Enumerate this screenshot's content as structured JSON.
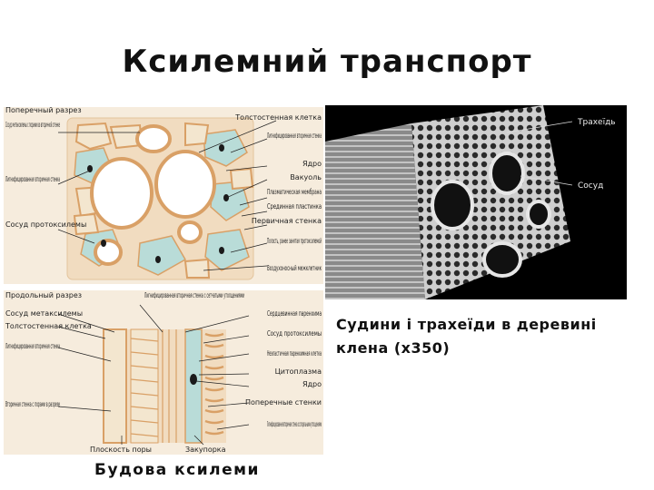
{
  "slide": {
    "title": "Ксилемний транспорт",
    "micro_caption": "Судини і трахеїди в деревині клена (х350)",
    "diagram_caption": "Будова ксилеми"
  },
  "diagram": {
    "cross_section": {
      "heading": "Поперечный разрез",
      "left_labels": [
        "Сосуд метаксилемы с порами во вторичной стенке",
        "Лигнифицированная вторичная стенка",
        "Сосуд протоксилемы"
      ],
      "right_labels": [
        "Толстостенная клетка",
        "Лигнифицированная вторичная стенка",
        "Ядро",
        "Вакуоль",
        "Плазматическая мембрана",
        "Срединная пластинка",
        "Первичная стенка",
        "Полость, ранее занятая протоксилемой",
        "Воздухоносный межклетник"
      ]
    },
    "longitudinal_section": {
      "heading": "Продольный разрез",
      "left_labels": [
        "Сосуд метаксилемы",
        "Толстостенная клетка",
        "Лигнифицированная вторичная стенка",
        "Вторичная стенка с порами в разрезе",
        "Плоскость поры"
      ],
      "top_label": "Лигнифицированная вторичная стенка с сетчатыми утолщениями",
      "right_labels": [
        "Сердцевинная паренхима",
        "Сосуд протоксилемы",
        "Неэластичная паренхимная клетка",
        "Цитоплазма",
        "Ядро",
        "Поперечные стенки",
        "Лигнифицированная вторичная стенка со спиральными утолщениями"
      ],
      "bottom_labels": [
        "Закупорка"
      ]
    }
  },
  "micrograph": {
    "labels": [
      "Трахеїдь",
      "Сосуд"
    ]
  },
  "colors": {
    "cell_wall": "#d9a066",
    "cell_fill": "#f3e6cf",
    "parenchyma": "#b9dcd8",
    "background_tan": "#f4e8d4",
    "nucleus": "#1a1a1a"
  }
}
